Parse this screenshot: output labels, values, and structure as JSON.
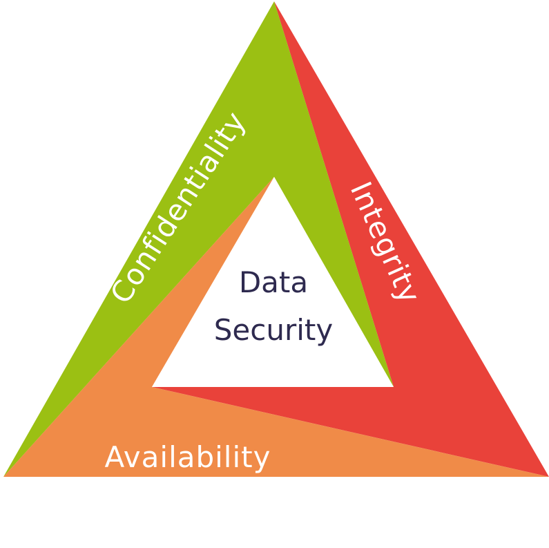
{
  "diagram": {
    "center": {
      "line1": "Data",
      "line2": "Security"
    },
    "sides": {
      "confidentiality": "Confidentiality",
      "integrity": "Integrity",
      "availability": "Availability"
    },
    "colors": {
      "confidentiality": "#9bc013",
      "integrity": "#e9423a",
      "availability": "#f08b48",
      "center_fill": "#ffffff",
      "center_text": "#2e2a4f",
      "label_text": "#ffffff"
    }
  }
}
